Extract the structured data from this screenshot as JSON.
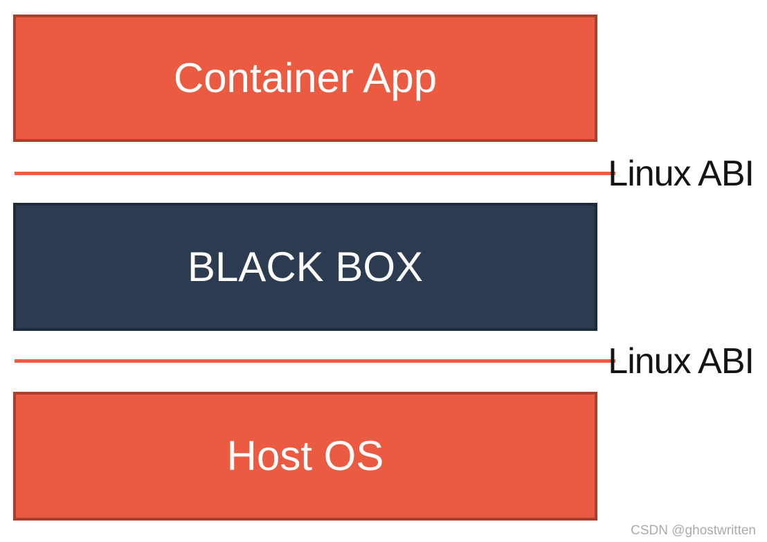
{
  "diagram": {
    "background_color": "#FFFFFF",
    "boxes": [
      {
        "id": "container-app",
        "label": "Container App",
        "fill": "#EA5B41",
        "border": "#AC3F2B",
        "text_color": "#FFFFFF"
      },
      {
        "id": "black-box",
        "label": "BLACK BOX",
        "fill": "#2C3B4F",
        "border": "#1E2B3A",
        "text_color": "#FFFFFF"
      },
      {
        "id": "host-os",
        "label": "Host OS",
        "fill": "#EA5B41",
        "border": "#AC3F2B",
        "text_color": "#FFFFFF"
      }
    ],
    "separators": [
      {
        "id": "abi-top",
        "label": "Linux ABI",
        "line_color": "#F25B40",
        "text_color": "#141414"
      },
      {
        "id": "abi-bottom",
        "label": "Linux ABI",
        "line_color": "#F25B40",
        "text_color": "#141414"
      }
    ],
    "watermark": {
      "text": "CSDN @ghostwritten",
      "color": "#ABABAB"
    }
  }
}
